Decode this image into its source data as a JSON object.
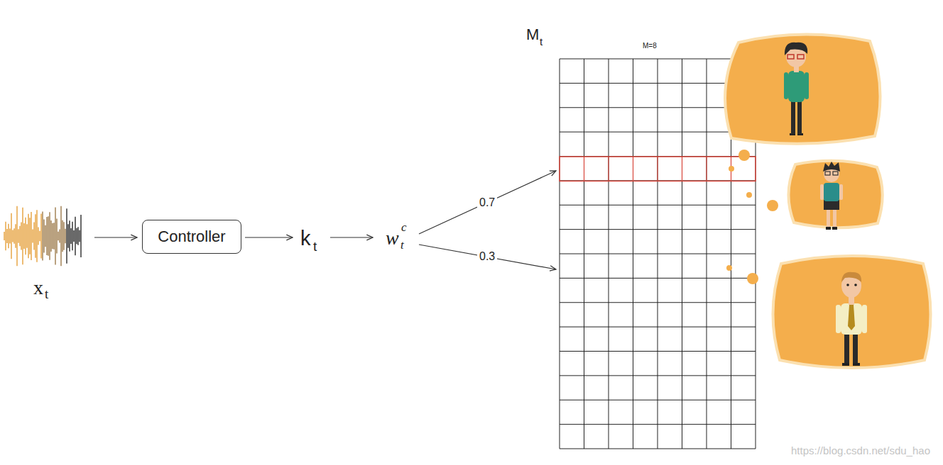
{
  "diagram": {
    "nodes": [
      {
        "text": [
          "Controller"
        ]
      }
    ],
    "labels": [
      "x",
      "t",
      "k",
      "t",
      "w",
      "c",
      "t",
      "0.7",
      "0.3",
      "M",
      "t",
      "M=8",
      "https://blog.csdn.net/sdu_hao"
    ]
  }
}
